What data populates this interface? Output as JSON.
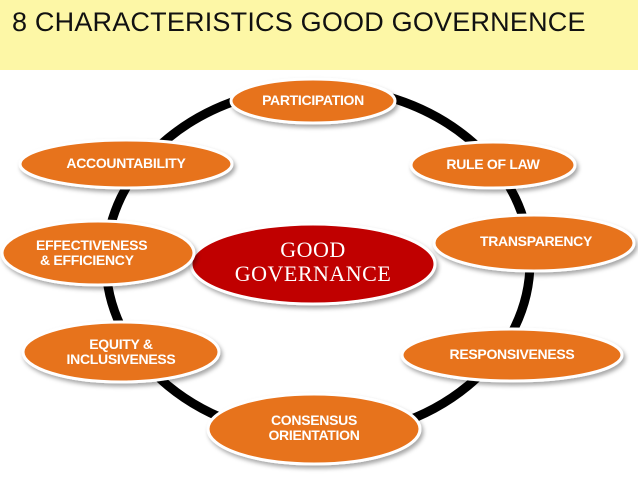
{
  "title": "8 CHARACTERISTICS GOOD GOVERNENCE",
  "center": {
    "line1": "GOOD",
    "line2": "GOVERNANCE"
  },
  "nodes": {
    "participation": {
      "line1": "PARTICIPATION"
    },
    "rule_of_law": {
      "line1": "RULE OF LAW"
    },
    "transparency": {
      "line1": "TRANSPARENCY"
    },
    "responsiveness": {
      "line1": "RESPONSIVENESS"
    },
    "consensus": {
      "line1": "CONSENSUS",
      "line2": "ORIENTATION"
    },
    "equity": {
      "line1": "EQUITY &",
      "line2": "INCLUSIVENESS"
    },
    "effectiveness": {
      "line1": "EFFECTIVENESS",
      "line2": "& EFFICIENCY"
    },
    "accountability": {
      "line1": "ACCOUNTABILITY"
    }
  },
  "colors": {
    "title_background": "#fdf7a6",
    "node_fill": "#e7731f",
    "node_stroke": "#ffffff",
    "center_fill": "#c00000",
    "ring": "#000000"
  }
}
